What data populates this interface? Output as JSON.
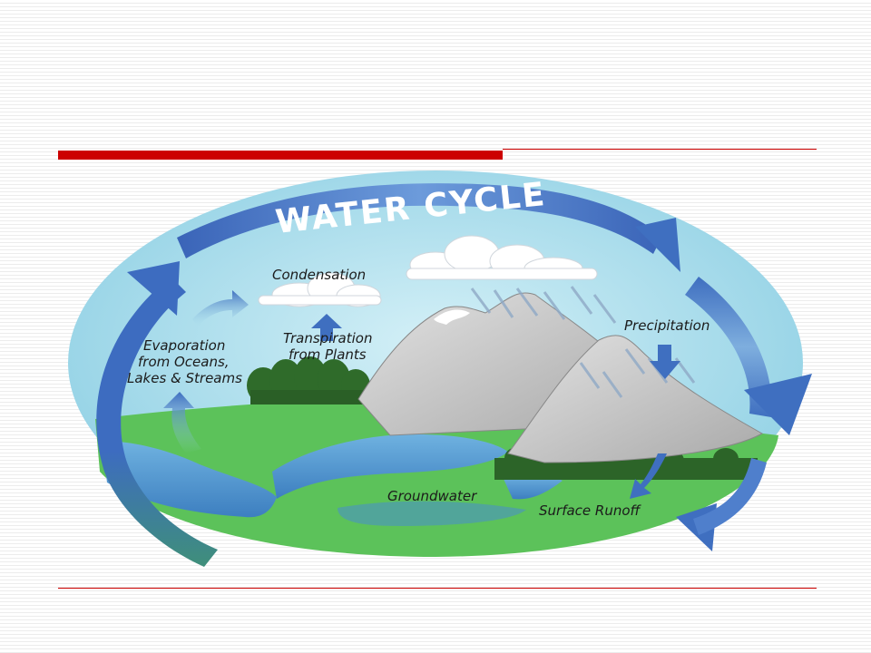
{
  "diagram": {
    "title": "WATER CYCLE",
    "labels": {
      "condensation": "Condensation",
      "transpiration_line1": "Transpiration",
      "transpiration_line2": "from Plants",
      "evaporation_line1": "Evaporation",
      "evaporation_line2": "from Oceans,",
      "evaporation_line3": "Lakes & Streams",
      "precipitation": "Precipitation",
      "groundwater": "Groundwater",
      "surface_runoff": "Surface Runoff"
    },
    "colors": {
      "accent_rule": "#cc0000",
      "sky": "#a8dcea",
      "cycle_arrow": "#3f6fc0",
      "grass": "#5cc25a",
      "water": "#4d93cf",
      "mountain": "#c9c9c9"
    }
  }
}
